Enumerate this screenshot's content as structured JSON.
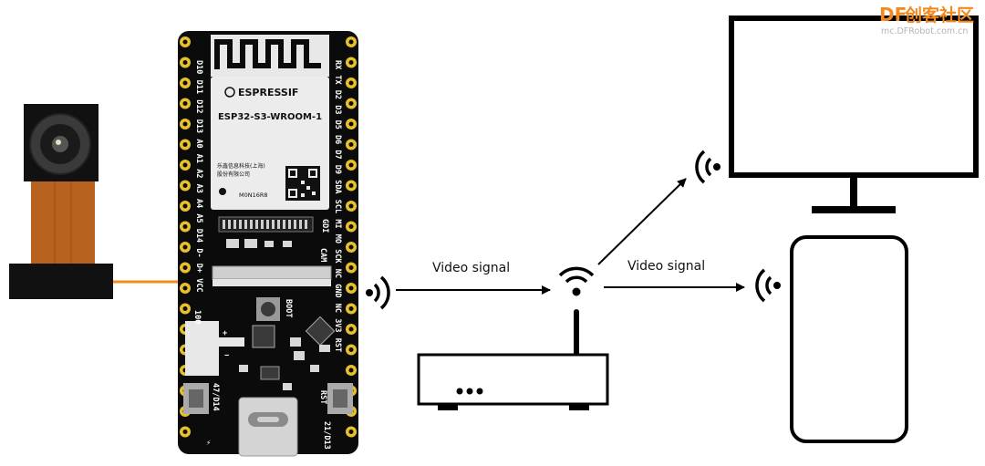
{
  "watermark": {
    "brand": "DF",
    "site": "创客社区",
    "url": "mc.DFRobot.com.cn",
    "brand_color": "#f28a1e"
  },
  "module": {
    "maker_logo": "ESPRESSIF",
    "model": "ESP32-S3-WROOM-1",
    "cn_line1": "乐鑫信息科技(上海)",
    "cn_line2": "股份有限公司",
    "code": "M0N16R8"
  },
  "board": {
    "left_pins": [
      "D10",
      "D11",
      "D12",
      "D13",
      "A0",
      "A1",
      "A2",
      "A3",
      "A4",
      "A5",
      "D14",
      "D-",
      "D+",
      "VCC"
    ],
    "right_pins": [
      "RX",
      "TX",
      "D2",
      "D3",
      "D5",
      "D6",
      "D7",
      "D9",
      "SDA",
      "SCL",
      "MI",
      "MO",
      "SCK",
      "NC",
      "GND",
      "NC",
      "3V3",
      "RST"
    ],
    "silk_gdi": "GDI",
    "silk_cam": "CAM",
    "silk_boot": "BOOT",
    "silk_rst": "RST",
    "silk_100": "100",
    "silk_47d14": "47/D14",
    "silk_21d13": "21/D13"
  },
  "signals": {
    "left": "Video signal",
    "right": "Video signal"
  },
  "colors": {
    "cable": "#f28a1e",
    "flex": "#b8621f",
    "pcb": "#0b0b0b"
  },
  "icons": [
    "camera-icon",
    "wifi-transmit-icon",
    "router-wifi-icon",
    "monitor-icon",
    "phone-icon"
  ]
}
